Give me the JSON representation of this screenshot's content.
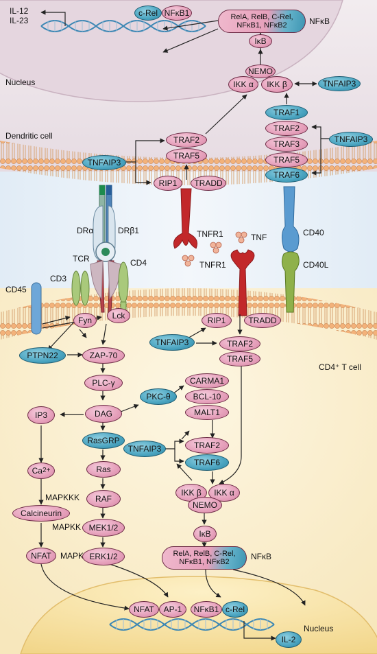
{
  "regions": {
    "nucleus_top": "Nucleus",
    "dendritic_cell": "Dendritic cell",
    "t_cell": "CD4⁺ T cell",
    "nucleus_bottom": "Nucleus"
  },
  "top": {
    "il12": "IL-12",
    "il23": "IL-23",
    "crel": "c-Rel",
    "nfkb1": "NFκB1",
    "nfkb_complex": "RelA, RelB, C-Rel,\nNFκB1, NFκB2",
    "nfkb_label": "NFκB",
    "ikb": "IκB",
    "nemo": "NEMO",
    "ikka": "IKK α",
    "ikkb": "IKK β",
    "tnfaip3_right": "TNFAIP3",
    "traf1": "TRAF1",
    "traf2": "TRAF2",
    "traf3": "TRAF3",
    "traf5": "TRAF5",
    "traf6": "TRAF6",
    "tnfaip3_traf": "TNFAIP3",
    "traf2_left": "TRAF2",
    "traf5_left": "TRAF5",
    "tnfaip3_left": "TNFAIP3",
    "rip1": "RIP1",
    "tradd": "TRADD"
  },
  "membrane": {
    "dra": "DRα",
    "drb1": "DRβ1",
    "tcr": "TCR",
    "cd4": "CD4",
    "cd3": "CD3",
    "cd45": "CD45",
    "tnfr1_top": "TNFR1",
    "tnfr1_bottom": "TNFR1",
    "tnf": "TNF",
    "cd40": "CD40",
    "cd40l": "CD40L"
  },
  "tcell": {
    "fyn": "Fyn",
    "lck": "Lck",
    "rip1": "RIP1",
    "tradd": "TRADD",
    "tnfaip3_a": "TNFAIP3",
    "traf2": "TRAF2",
    "traf5": "TRAF5",
    "ptpn22": "PTPN22",
    "zap70": "ZAP-70",
    "plcg": "PLC-γ",
    "pkc": "PKC-θ",
    "carma1": "CARMA1",
    "bcl10": "BCL-10",
    "malt1": "MALT1",
    "ip3": "IP3",
    "dag": "DAG",
    "rasgrp": "RasGRP",
    "tnfaip3_b": "TNFAIP3",
    "traf2_b": "TRAF2",
    "traf6_b": "TRAF6",
    "ca": "Ca",
    "ca_sup": "2+",
    "ras": "Ras",
    "mapkkk": "MAPKKK",
    "raf": "RAF",
    "calcineurin": "Calcineurin",
    "ikkb": "IKK β",
    "ikka": "IKK α",
    "nemo": "NEMO",
    "mapkk": "MAPKK",
    "mek": "MEK1/2",
    "ikb": "IκB",
    "nfat": "NFAT",
    "mapk": "MAPK",
    "erk": "ERK1/2",
    "nfkb_complex": "RelA, RelB, C-Rel,\nNFκB1, NFκB2",
    "nfkb_label": "NFκB"
  },
  "bottom": {
    "nfat": "NFAT",
    "ap1": "AP-1",
    "nfkb1": "NFκB1",
    "crel": "c-Rel",
    "il2": "IL-2"
  },
  "colors": {
    "pink": "#e7a3bd",
    "blue": "#4aa4c0",
    "nucleus_top": "#e8dde4",
    "dendritic": "#ece3e8",
    "t_cell": "#fbf0d4",
    "membrane_head": "#f2b27a",
    "receptor_red": "#c2282a",
    "cd40_blue": "#5a9bd0",
    "cd40l_green": "#8fb14a"
  }
}
